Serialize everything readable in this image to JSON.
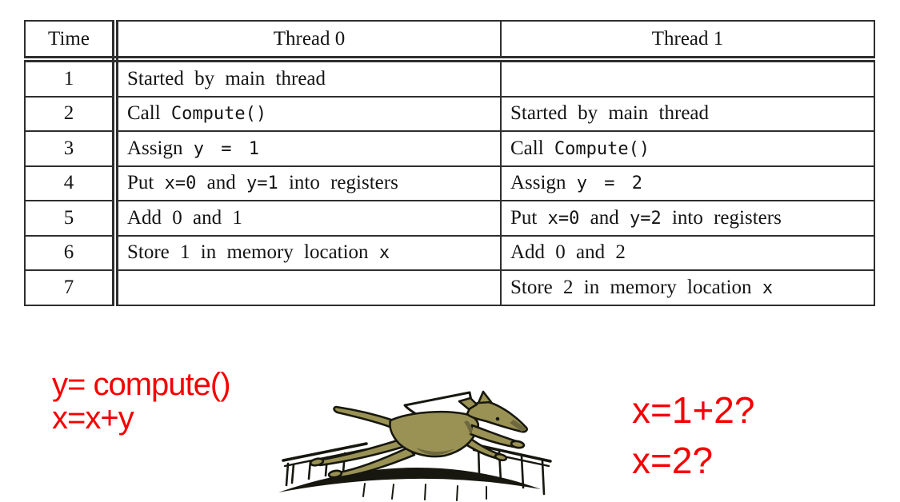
{
  "colors": {
    "annotation_red": "#f50000",
    "table_border": "#2e2e2e",
    "table_text": "#141414",
    "dog_body": "#9a9254",
    "dog_dark": "#6e683f",
    "dog_outline": "#17170f"
  },
  "table": {
    "headers": [
      "Time",
      "Thread 0",
      "Thread 1"
    ],
    "rows": [
      {
        "time": "1",
        "thread0": [
          [
            "s",
            "Started by main thread"
          ]
        ],
        "thread1": []
      },
      {
        "time": "2",
        "thread0": [
          [
            "s",
            "Call "
          ],
          [
            "m",
            "Compute()"
          ]
        ],
        "thread1": [
          [
            "s",
            "Started by main thread"
          ]
        ]
      },
      {
        "time": "3",
        "thread0": [
          [
            "s",
            "Assign "
          ],
          [
            "m",
            "y = 1"
          ]
        ],
        "thread1": [
          [
            "s",
            "Call "
          ],
          [
            "m",
            "Compute()"
          ]
        ]
      },
      {
        "time": "4",
        "thread0": [
          [
            "s",
            "Put "
          ],
          [
            "m",
            "x=0"
          ],
          [
            "s",
            " and "
          ],
          [
            "m",
            "y=1"
          ],
          [
            "s",
            " into registers"
          ]
        ],
        "thread1": [
          [
            "s",
            "Assign "
          ],
          [
            "m",
            "y = 2"
          ]
        ]
      },
      {
        "time": "5",
        "thread0": [
          [
            "s",
            "Add 0 and 1"
          ]
        ],
        "thread1": [
          [
            "s",
            "Put "
          ],
          [
            "m",
            "x=0"
          ],
          [
            "s",
            " and "
          ],
          [
            "m",
            "y=2"
          ],
          [
            "s",
            " into registers"
          ]
        ]
      },
      {
        "time": "6",
        "thread0": [
          [
            "s",
            "Store 1 in memory location "
          ],
          [
            "m",
            "x"
          ]
        ],
        "thread1": [
          [
            "s",
            "Add 0 and 2"
          ]
        ]
      },
      {
        "time": "7",
        "thread0": [],
        "thread1": [
          [
            "s",
            "Store 2 in memory location "
          ],
          [
            "m",
            "x"
          ]
        ]
      }
    ]
  },
  "annotations": {
    "left_line1": "y= compute()",
    "left_line2": "x=x+y",
    "right_line1": "x=1+2?",
    "right_line2": "x=2?"
  },
  "illustration": {
    "name": "racing-greyhound-clipart"
  }
}
